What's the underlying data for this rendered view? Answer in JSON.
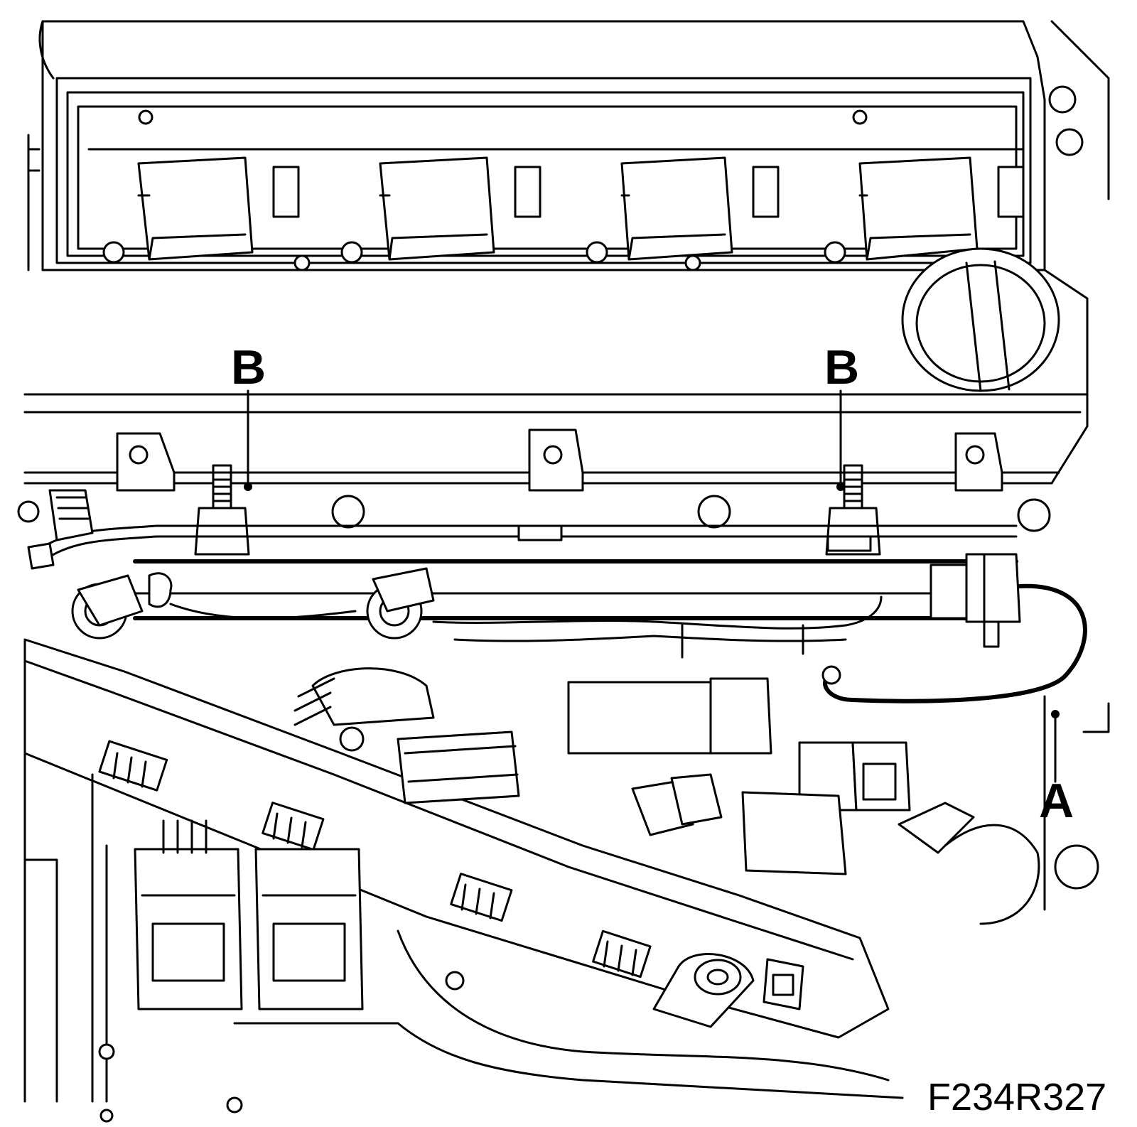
{
  "callouts": {
    "b_left": "B",
    "b_right": "B",
    "a": "A"
  },
  "figure_id": "F234R327",
  "colors": {
    "line": "#000000",
    "background": "#ffffff"
  }
}
